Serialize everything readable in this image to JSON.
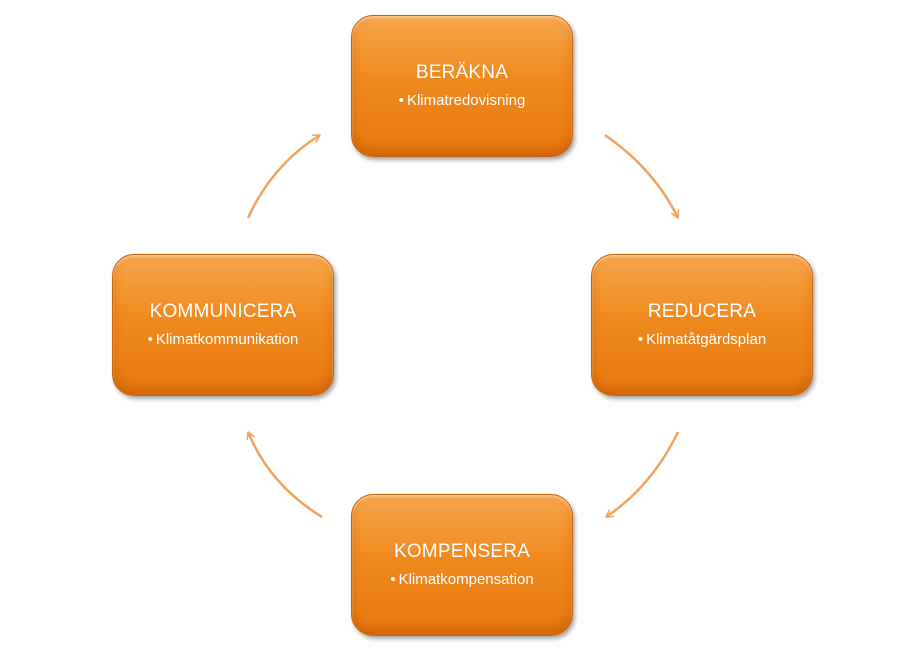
{
  "diagram": {
    "nodes": [
      {
        "id": "berakna",
        "title": "BERÄKNA",
        "item": "Klimatredovisning"
      },
      {
        "id": "reducera",
        "title": "REDUCERA",
        "item": "Klimatåtgärdsplan"
      },
      {
        "id": "kompensera",
        "title": "KOMPENSERA",
        "item": "Klimatkompensation"
      },
      {
        "id": "kommunicera",
        "title": "KOMMUNICERA",
        "item": "Klimatkommunikation"
      }
    ],
    "edges": [
      {
        "from": "berakna",
        "to": "reducera"
      },
      {
        "from": "reducera",
        "to": "kompensera"
      },
      {
        "from": "kompensera",
        "to": "kommunicera"
      },
      {
        "from": "kommunicera",
        "to": "berakna"
      }
    ],
    "colors": {
      "node_fill": "#f08a1f",
      "arrow": "#f4a15a",
      "text": "#ffffff"
    }
  }
}
